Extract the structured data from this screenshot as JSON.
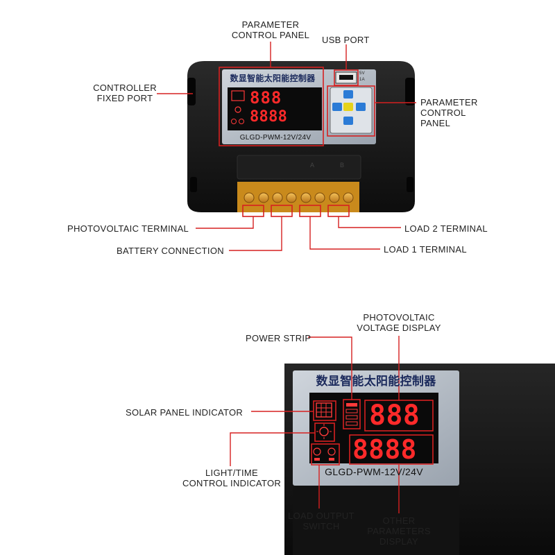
{
  "device": {
    "title_cn": "数显智能太阳能控制器",
    "model": "GLGD-PWM-12V/24V",
    "usb_spec": [
      "5V",
      "1A"
    ],
    "terminal_symbols": [
      "A",
      "B"
    ],
    "segment_text": "888",
    "segment_text_4": "8888"
  },
  "top_labels": {
    "param_panel_top": [
      "PARAMETER",
      "CONTROL PANEL"
    ],
    "usb_port": "USB PORT",
    "controller_fixed": [
      "CONTROLLER",
      "FIXED PORT"
    ],
    "param_panel_right": [
      "PARAMETER",
      "CONTROL",
      "PANEL"
    ],
    "photovoltaic_terminal": "PHOTOVOLTAIC TERMINAL",
    "battery_connection": "BATTERY CONNECTION",
    "load2_terminal": "LOAD 2 TERMINAL",
    "load1_terminal": "LOAD 1 TERMINAL"
  },
  "bottom_labels": {
    "pv_voltage_display": [
      "PHOTOVOLTAIC",
      "VOLTAGE DISPLAY"
    ],
    "power_strip": "POWER STRIP",
    "solar_indicator": "SOLAR PANEL INDICATOR",
    "light_time": [
      "LIGHT/TIME",
      "CONTROL INDICATOR"
    ],
    "load_output": [
      "LOAD OUTPUT",
      "SWITCH"
    ],
    "other_params": [
      "OTHER",
      "PARAMETERS",
      "DISPLAY"
    ]
  },
  "colors": {
    "annotation": "#d62020",
    "segment": "#ff2a2a",
    "body": "#161616",
    "screen": "#b9c1cb"
  }
}
